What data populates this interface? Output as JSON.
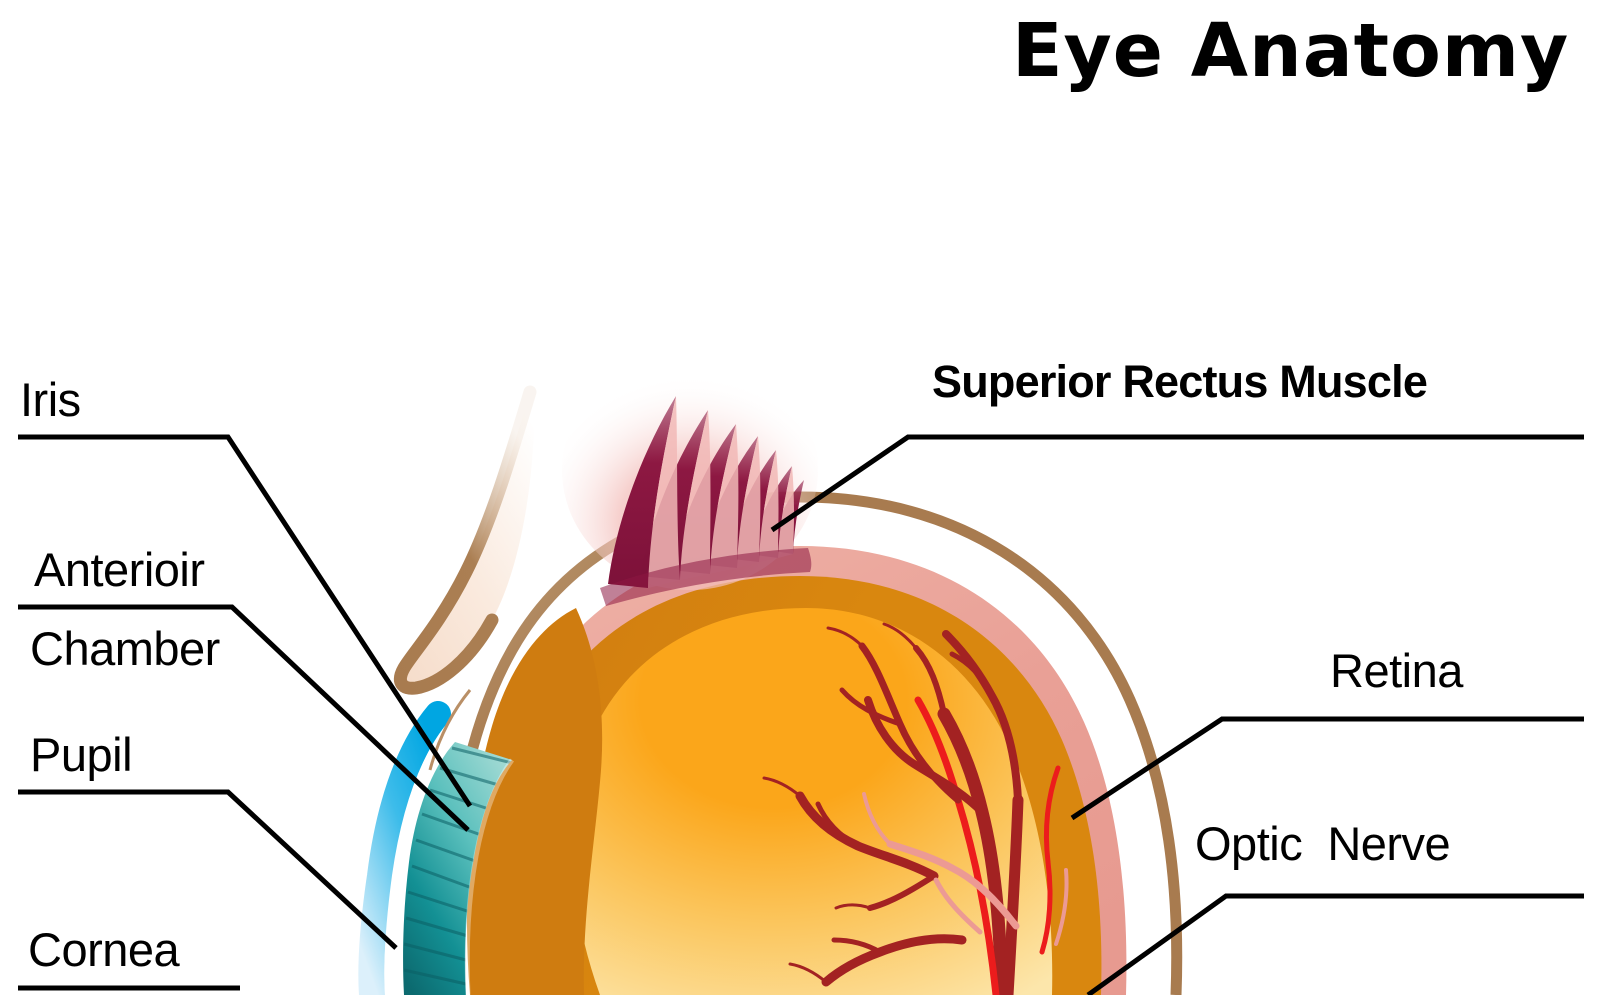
{
  "title": {
    "text": "Eye Anatomy"
  },
  "labels": {
    "iris": "Iris",
    "anterior": "Anterioir",
    "chamber": "Chamber",
    "pupil": "Pupil",
    "cornea": "Cornea",
    "superior_rectus": "Superior Rectus Muscle",
    "retina": "Retina",
    "optic_nerve": "Optic  Nerve"
  },
  "colors": {
    "background": "#ffffff",
    "ink": "#000000",
    "sclera_outline": "#a87b4f",
    "sclera_fill": "#ffffff",
    "choroid": "#e9a096",
    "choroid_light": "#efb3a8",
    "retina_orange": "#d9870f",
    "retina_orange_dark": "#cf7c10",
    "vitreous_bright": "#f9a51b",
    "vitreous_pale": "#fbe2a6",
    "muscle_fiber": "#8d1842",
    "muscle_pink": "#f2b9b7",
    "eyelid_skin": "#f8e2d4",
    "eyelid_outline": "#a87b4f",
    "cornea_blue": "#00a6e2",
    "cornea_pale": "#d9eefb",
    "iris_teal_dark": "#0d6a6e",
    "iris_teal_light": "#63c7c2",
    "vessel_dark": "#a32222",
    "vessel_bright": "#ec1c1c",
    "vessel_pale": "#ec9a94"
  },
  "diagram": {
    "kind": "anatomical-cross-section",
    "subject": "human eye",
    "label_count": 8
  }
}
